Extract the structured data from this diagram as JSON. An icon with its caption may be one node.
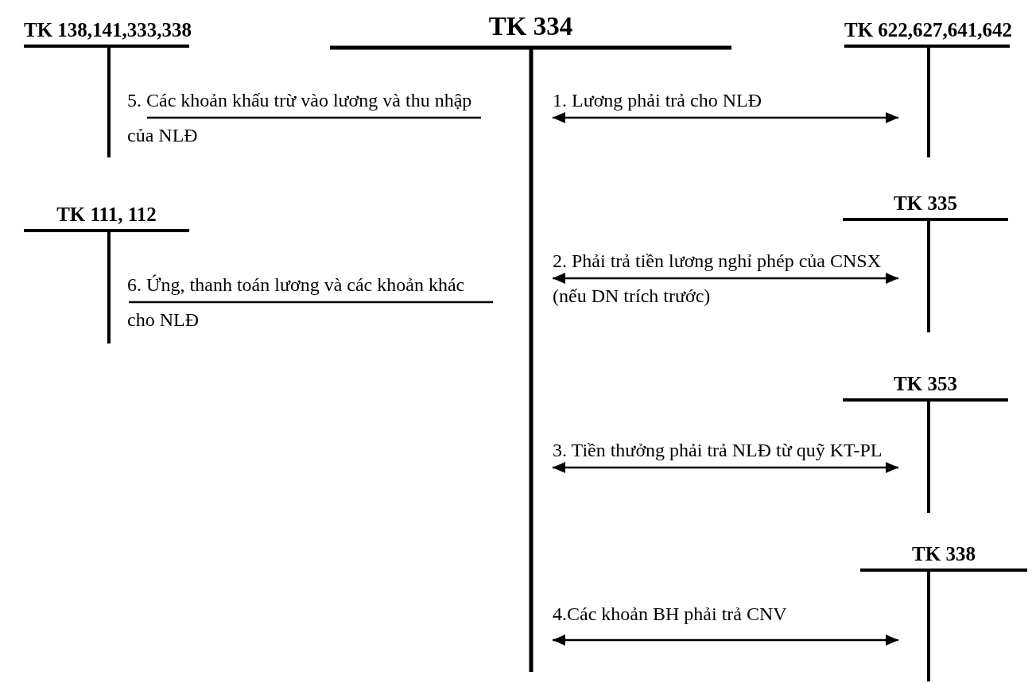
{
  "diagram": {
    "nodes": [
      {
        "text": [
          "TK 138,141,333,338"
        ]
      },
      {
        "text": [
          "TK 334"
        ]
      },
      {
        "text": [
          "TK 622,627,641,642"
        ]
      },
      {
        "text": [
          "TK 111, 112"
        ]
      },
      {
        "text": [
          "TK 335"
        ]
      },
      {
        "text": [
          "TK 353"
        ]
      },
      {
        "text": [
          "TK 338"
        ]
      }
    ],
    "edges": [
      {
        "from": 1,
        "to": 2,
        "arrow": "both",
        "label": "1. Lương phải trả cho NLĐ"
      },
      {
        "from": 1,
        "to": 4,
        "arrow": "both",
        "label": "2. Phải trả tiền lương nghỉ phép của CNSX (nếu DN trích trước)"
      },
      {
        "from": 1,
        "to": 5,
        "arrow": "both",
        "label": "3. Tiền thưởng phải trả NLĐ từ quỹ KT-PL"
      },
      {
        "from": 1,
        "to": 6,
        "arrow": "both",
        "label": "4.Các khoản BH phải trả CNV"
      },
      {
        "from": 0,
        "to": 1,
        "arrow": "none",
        "label": "5. Các khoản khấu trừ vào lương và thu nhập của NLĐ"
      },
      {
        "from": 3,
        "to": 1,
        "arrow": "none",
        "label": "6. Ứng, thanh toán lương và các khoản khác cho NLĐ"
      }
    ]
  }
}
